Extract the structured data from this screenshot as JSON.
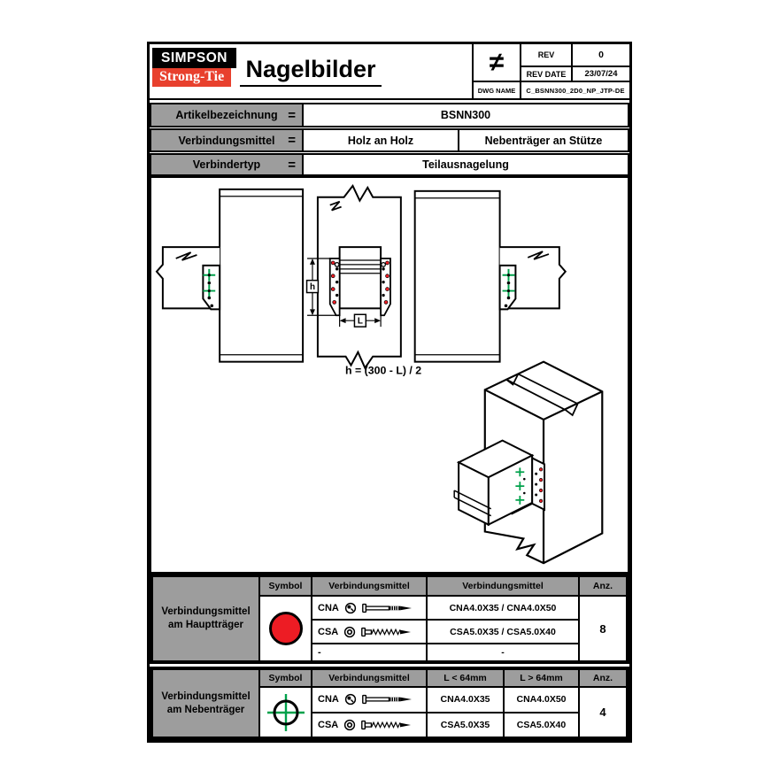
{
  "title_block": {
    "logo_line1": "SIMPSON",
    "logo_line2": "Strong-Tie",
    "title": "Nagelbilder",
    "not_equal": "≠",
    "rev_label": "REV",
    "rev_value": "0",
    "rev_date_label": "REV DATE",
    "rev_date_value": "23/07/24",
    "dwg_name_label": "DWG NAME",
    "dwg_name_value": "C_BSNN300_2D0_NP_JTP-DE"
  },
  "info_rows": [
    {
      "label": "Artikelbezeichnung",
      "eq": "=",
      "value": "BSNN300"
    },
    {
      "label": "Verbindungsmittel",
      "eq": "=",
      "value_left": "Holz an Holz",
      "value_right": "Nebenträger an Stütze"
    },
    {
      "label": "Verbindertyp",
      "eq": "=",
      "value": "Teilausnagelung"
    }
  ],
  "drawing": {
    "dim_h": "h",
    "dim_l": "L",
    "formula": "h = (300 - L) / 2"
  },
  "icons": {
    "haupttraeger_symbol": "red-filled-circle",
    "nebentraeger_symbol": "green-crosshair-circle",
    "cna_head": "nail-head-circle",
    "csa_head": "screw-head-circle",
    "cna_side": "nail-side-view",
    "csa_side": "screw-side-view"
  },
  "hauptraeger_table": {
    "row_label_line1": "Verbindungsmittel",
    "row_label_line2": "am Hauptträger",
    "headers": [
      "Symbol",
      "Verbindungsmittel",
      "Verbindungsmittel",
      "Anz."
    ],
    "rows": [
      {
        "code": "CNA",
        "spec": "CNA4.0X35 / CNA4.0X50"
      },
      {
        "code": "CSA",
        "spec": "CSA5.0X35 / CSA5.0X40"
      },
      {
        "code": "-",
        "spec": "-"
      }
    ],
    "count": "8"
  },
  "nebentraeger_table": {
    "row_label_line1": "Verbindungsmittel",
    "row_label_line2": "am Nebenträger",
    "headers": [
      "Symbol",
      "Verbindungsmittel",
      "L < 64mm",
      "L > 64mm",
      "Anz."
    ],
    "rows": [
      {
        "code": "CNA",
        "spec_short": "CNA4.0X35",
        "spec_long": "CNA4.0X50"
      },
      {
        "code": "CSA",
        "spec_short": "CSA5.0X35",
        "spec_long": "CSA5.0X40"
      }
    ],
    "count": "4"
  },
  "colors": {
    "symbol_red": "#ED1C24",
    "symbol_green": "#00A14B",
    "logo_red": "#E8402D",
    "cell_gray": "#9D9D9D"
  }
}
